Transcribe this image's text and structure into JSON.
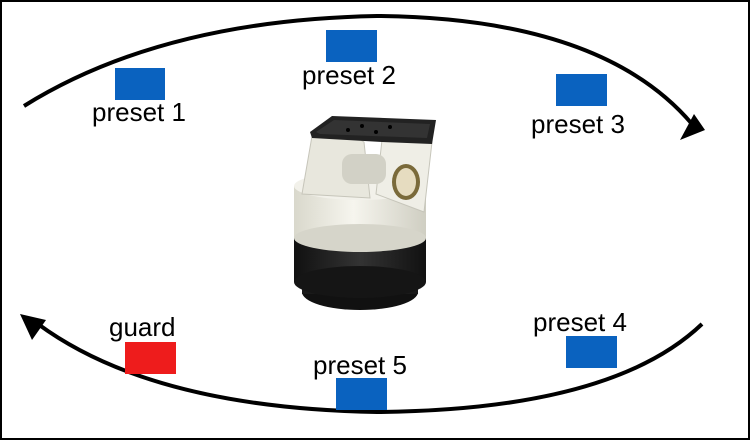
{
  "colors": {
    "preset": "#0a62bf",
    "guard": "#ee1c1c",
    "loop": "#000000",
    "device_body": "#efeee4",
    "device_base": "#1c1c1c"
  },
  "presets": [
    {
      "label": "preset 1"
    },
    {
      "label": "preset 2"
    },
    {
      "label": "preset 3"
    },
    {
      "label": "preset 4"
    },
    {
      "label": "preset 5"
    }
  ],
  "guard": {
    "label": "guard"
  },
  "device": {
    "name": "pan-tilt-unit"
  }
}
